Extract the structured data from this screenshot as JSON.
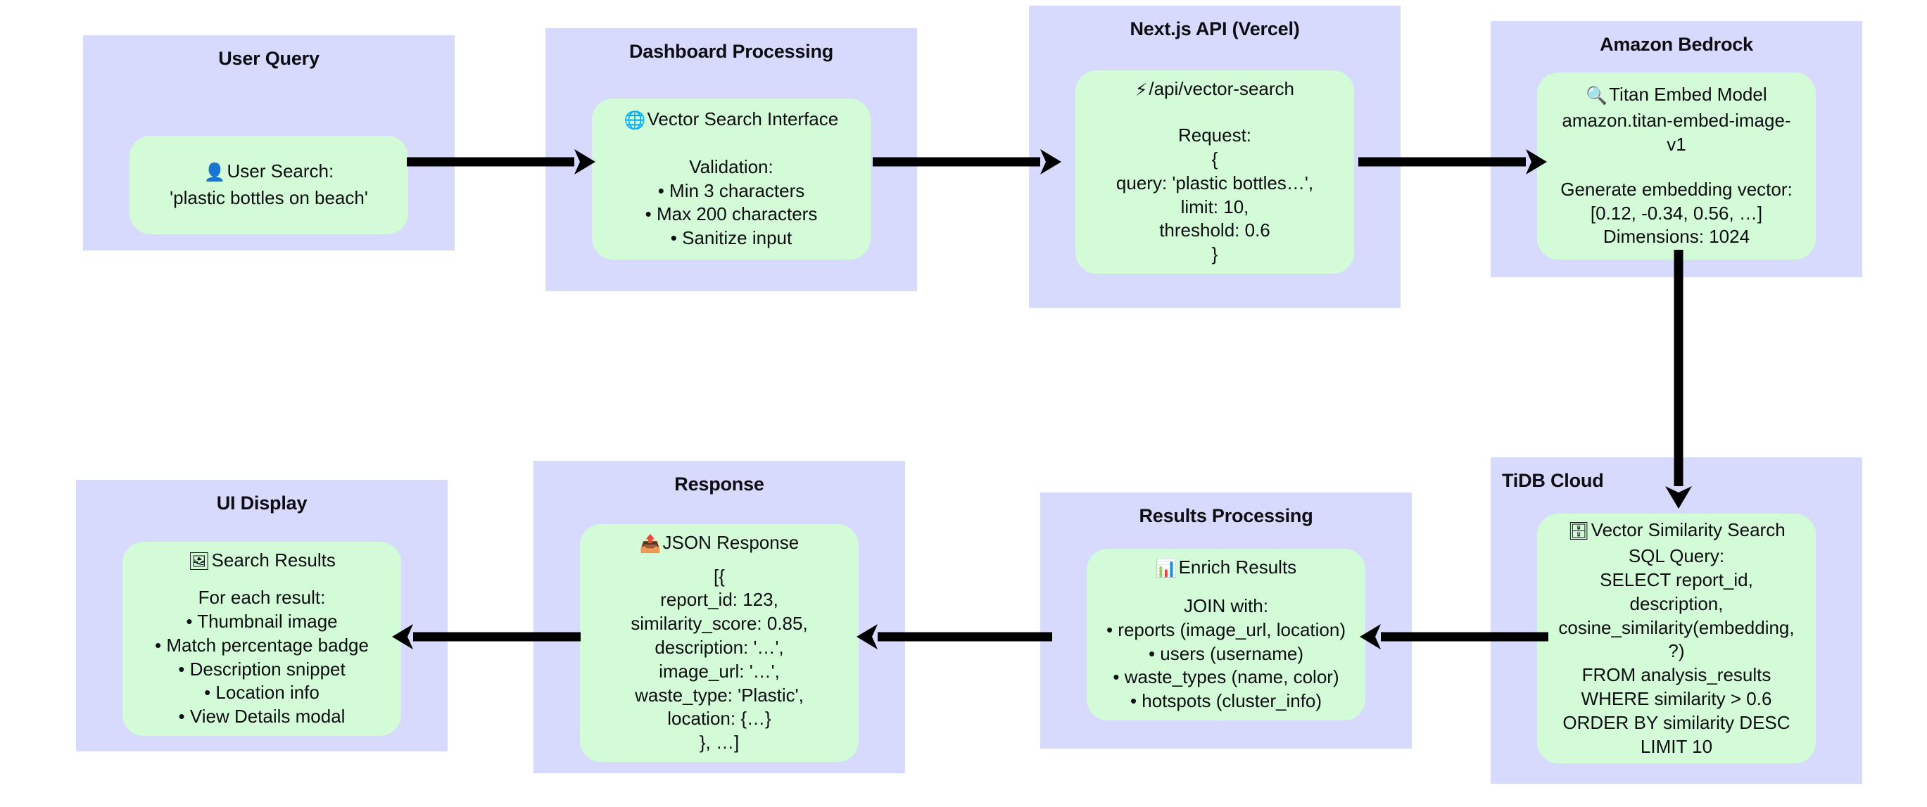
{
  "palette": {
    "group_bg": "#d7d9fd",
    "node_bg": "#d3fbd7",
    "text": "#0d0d12",
    "arrow": "#000000",
    "canvas_bg": "#ffffff"
  },
  "diagram": {
    "type": "flowchart",
    "direction": "left-to-right then right-to-left (serpentine)"
  },
  "groups": {
    "user_query": {
      "title": "User Query"
    },
    "dashboard_processing": {
      "title": "Dashboard Processing"
    },
    "nextjs_api": {
      "title": "Next.js API (Vercel)"
    },
    "amazon_bedrock": {
      "title": "Amazon Bedrock"
    },
    "tidb_cloud": {
      "title": "TiDB Cloud"
    },
    "results_processing": {
      "title": "Results Processing"
    },
    "response": {
      "title": "Response"
    },
    "ui_display": {
      "title": "UI Display"
    }
  },
  "nodes": {
    "user_search": {
      "icon": "👤",
      "icon_name": "user-bust-icon",
      "head": "User Search:",
      "body": "'plastic bottles on beach'"
    },
    "vector_search_interface": {
      "icon": "🌐",
      "icon_name": "globe-icon",
      "head": "Vector Search Interface",
      "body": "Validation:\n• Min 3 characters\n• Max 200 characters\n• Sanitize input"
    },
    "api_endpoint": {
      "icon": "⚡",
      "icon_name": "lightning-bolt-icon",
      "head": "/api/vector-search",
      "body": "Request:\n{\nquery: 'plastic bottles…',\nlimit: 10,\nthreshold: 0.6\n}"
    },
    "titan_embed_model": {
      "icon": "🔍",
      "icon_name": "magnifying-glass-icon",
      "head": "Titan Embed Model",
      "body": "amazon.titan-embed-image-\nv1",
      "body2": "Generate embedding vector:\n[0.12, -0.34, 0.56, …]\nDimensions: 1024"
    },
    "vector_similarity_search": {
      "icon": "🗄",
      "icon_name": "database-icon",
      "head": "Vector Similarity Search",
      "body": "SQL Query:\nSELECT report_id,\ndescription,\ncosine_similarity(embedding,\n?)\nFROM analysis_results\nWHERE similarity > 0.6\nORDER BY similarity DESC\nLIMIT 10"
    },
    "enrich_results": {
      "icon": "📊",
      "icon_name": "bar-chart-icon",
      "head": "Enrich Results",
      "body": "JOIN with:\n• reports (image_url, location)\n• users (username)\n• waste_types (name, color)\n• hotspots (cluster_info)"
    },
    "json_response": {
      "icon": "📤",
      "icon_name": "outbox-tray-icon",
      "head": "JSON Response",
      "body": "[{\nreport_id: 123,\nsimilarity_score: 0.85,\ndescription: '…',\nimage_url: '…',\nwaste_type: 'Plastic',\nlocation: {…}\n}, …]"
    },
    "search_results": {
      "icon": "🖼",
      "icon_name": "framed-picture-icon",
      "head": "Search Results",
      "body": "For each result:\n• Thumbnail image\n• Match percentage badge\n• Description snippet\n• Location info\n• View Details modal"
    }
  },
  "arrows": [
    {
      "name": "user-query-to-dashboard",
      "direction": "right"
    },
    {
      "name": "dashboard-to-api",
      "direction": "right"
    },
    {
      "name": "api-to-bedrock",
      "direction": "right"
    },
    {
      "name": "bedrock-to-tidb",
      "direction": "down"
    },
    {
      "name": "tidb-to-results-processing",
      "direction": "left"
    },
    {
      "name": "results-processing-to-response",
      "direction": "left"
    },
    {
      "name": "response-to-ui-display",
      "direction": "left"
    }
  ]
}
